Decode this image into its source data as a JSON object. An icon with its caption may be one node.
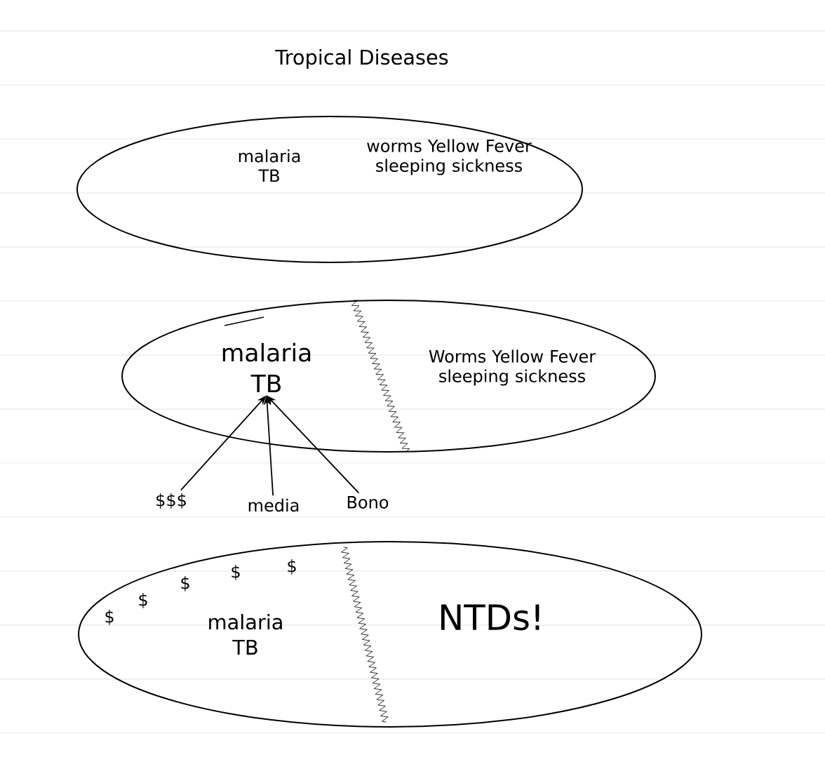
{
  "diagram": {
    "title": "Tropical Diseases",
    "nodes": [
      {
        "text": [
          "malaria TB",
          "worms Yellow Fever sleeping sickness"
        ]
      },
      {
        "text": [],
        "shape": "ellipse"
      },
      {
        "text": [
          "malaria TB"
        ],
        "in": 1
      },
      {
        "text": [
          "Worms Yellow Fever sleeping sickness"
        ],
        "in": 1
      },
      {
        "text": [
          "$$$"
        ]
      },
      {
        "text": [
          "media"
        ]
      },
      {
        "text": [
          "Bono"
        ]
      },
      {
        "text": [
          "malaria TB",
          "NTDs!"
        ]
      }
    ],
    "edges": [
      {
        "from": 4,
        "to": 2,
        "arrow": "to"
      },
      {
        "from": 5,
        "to": 2,
        "arrow": "to"
      },
      {
        "from": 6,
        "to": 2,
        "arrow": "to"
      }
    ],
    "labels": [
      "$",
      "$",
      "$",
      "$",
      "$"
    ]
  }
}
